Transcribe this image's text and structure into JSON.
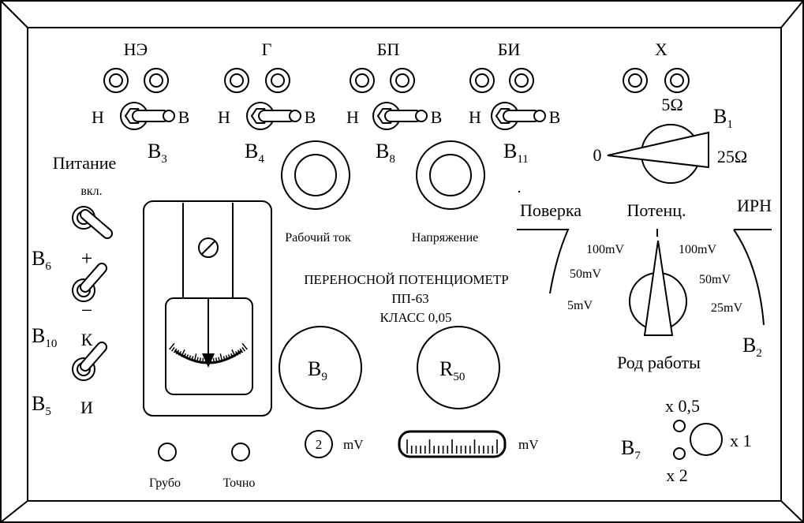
{
  "terminals": [
    {
      "label": "НЭ"
    },
    {
      "label": "Г"
    },
    {
      "label": "БП"
    },
    {
      "label": "БИ"
    },
    {
      "label": "X"
    }
  ],
  "toggles": [
    {
      "left": "Н",
      "right": "В",
      "name": "В",
      "sub": "3"
    },
    {
      "left": "Н",
      "right": "В",
      "name": "В",
      "sub": "4"
    },
    {
      "left": "Н",
      "right": "В",
      "name": "В",
      "sub": "8"
    },
    {
      "left": "Н",
      "right": "В",
      "name": "В",
      "sub": "11"
    }
  ],
  "b1": {
    "name": "В",
    "sub": "1",
    "top": "5Ω",
    "left": "0",
    "right": "25Ω"
  },
  "power": {
    "title": "Питание",
    "on": "вкл.",
    "b6": "В",
    "b6_sub": "6",
    "b10": "В",
    "b10_sub": "10",
    "b5": "В",
    "b5_sub": "5",
    "plus": "+",
    "minus": "−",
    "k": "К",
    "i": "И"
  },
  "knobs": {
    "working_current": "Рабочий ток",
    "voltage": "Напряжение"
  },
  "title": {
    "line1": "ПЕРЕНОСНОЙ  ПОТЕНЦИОМЕТР",
    "line2": "ПП-63",
    "line3": "КЛАСС 0,05"
  },
  "mode": {
    "verify": "Поверка",
    "potent": "Потенц.",
    "irn": "ИРН",
    "left_vals": [
      "100mV",
      "50mV",
      "5mV"
    ],
    "right_vals": [
      "100mV",
      "50mV",
      "25mV"
    ],
    "caption": "Род работы",
    "b2": "В",
    "b2_sub": "2"
  },
  "b9": {
    "name": "В",
    "sub": "9"
  },
  "r50": {
    "name": "R",
    "sub": "50"
  },
  "bottom": {
    "coarse": "Грубо",
    "fine": "Точно",
    "dial_value": "2",
    "unit1": "mV",
    "unit2": "mV"
  },
  "b7": {
    "name": "В",
    "sub": "7",
    "x05": "x 0,5",
    "x1": "x 1",
    "x2": "x 2"
  }
}
